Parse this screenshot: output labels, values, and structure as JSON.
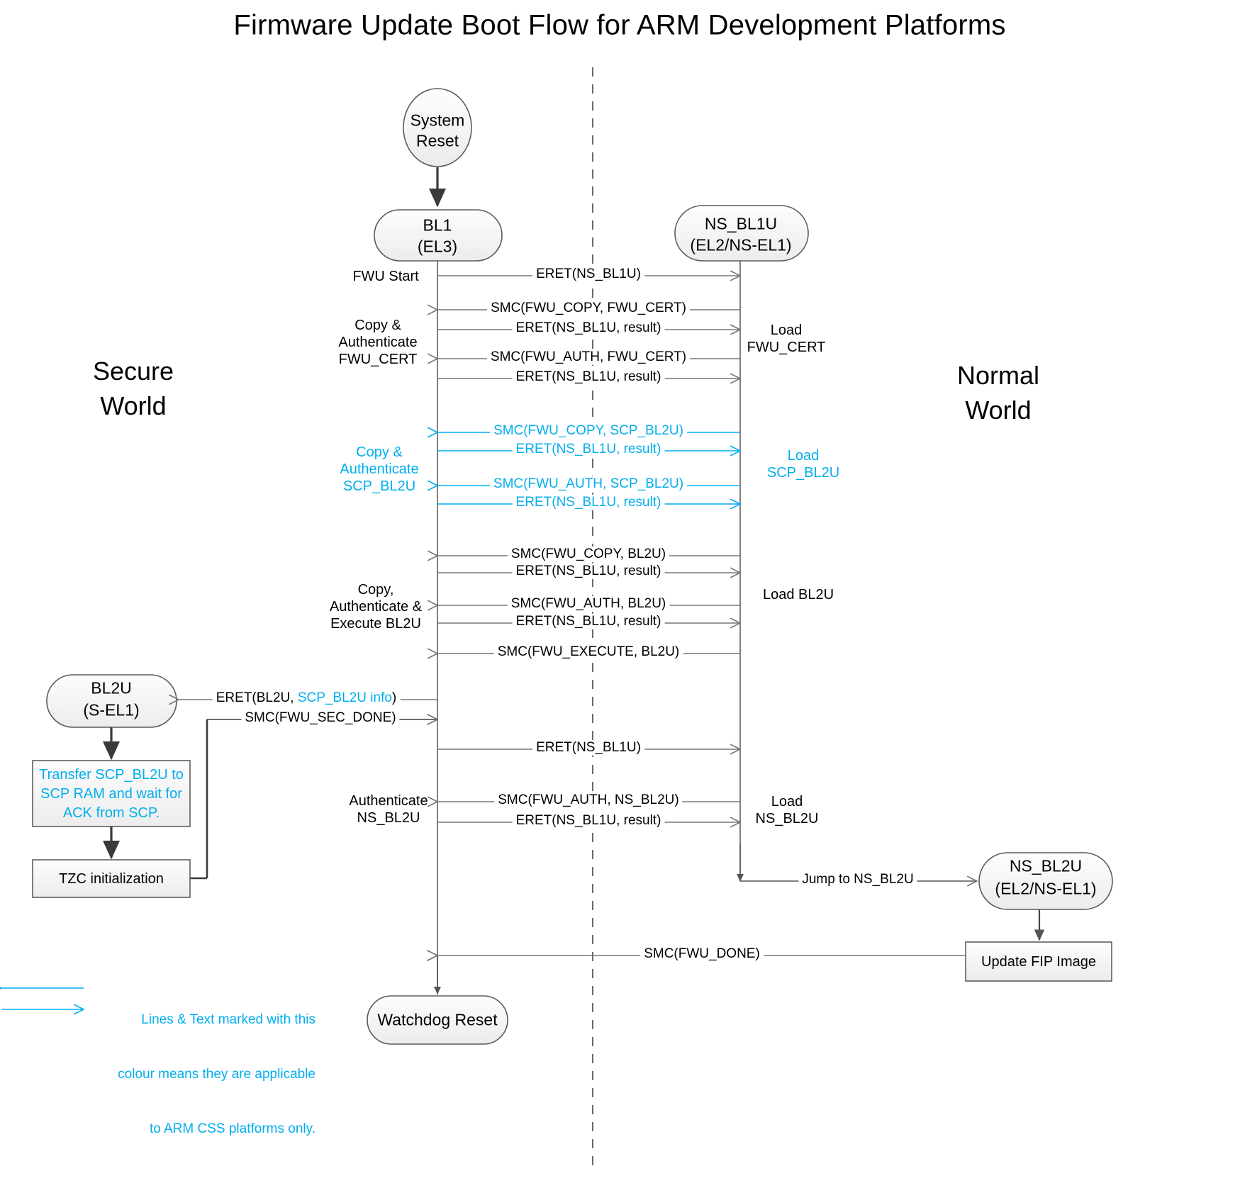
{
  "title": "Firmware Update Boot Flow for ARM Development Platforms",
  "colors": {
    "accent_blue": "#00AEEF",
    "line_dark": "#3a3a3a",
    "line_grey": "#777777",
    "node_fill": "#f4f4f4",
    "node_stroke": "#4d4d4d"
  },
  "worlds": {
    "secure": "Secure\nWorld",
    "secure_line1": "Secure",
    "secure_line2": "World",
    "normal_line1": "Normal",
    "normal_line2": "World"
  },
  "nodes": {
    "system_reset_l1": "System",
    "system_reset_l2": "Reset",
    "bl1_l1": "BL1",
    "bl1_l2": "(EL3)",
    "nsbl1u_l1": "NS_BL1U",
    "nsbl1u_l2": "(EL2/NS-EL1)",
    "bl2u_l1": "BL2U",
    "bl2u_l2": "(S-EL1)",
    "nsbl2u_l1": "NS_BL2U",
    "nsbl2u_l2": "(EL2/NS-EL1)",
    "watchdog_reset": "Watchdog Reset",
    "update_fip": "Update FIP Image",
    "tzc_init": "TZC initialization",
    "transfer_box_l1": "Transfer SCP_BL2U to",
    "transfer_box_l2": "SCP RAM and wait for",
    "transfer_box_l3": "ACK from SCP."
  },
  "messages": [
    {
      "id": "m1",
      "text": "ERET(NS_BL1U)",
      "dir": "right",
      "color": "dark"
    },
    {
      "id": "m2",
      "text": "SMC(FWU_COPY, FWU_CERT)",
      "dir": "left",
      "color": "dark"
    },
    {
      "id": "m3",
      "text": "ERET(NS_BL1U, result)",
      "dir": "right",
      "color": "dark"
    },
    {
      "id": "m4",
      "text": "SMC(FWU_AUTH, FWU_CERT)",
      "dir": "left",
      "color": "dark"
    },
    {
      "id": "m5",
      "text": "ERET(NS_BL1U, result)",
      "dir": "right",
      "color": "dark"
    },
    {
      "id": "m6",
      "text": "SMC(FWU_COPY, SCP_BL2U)",
      "dir": "left",
      "color": "blue"
    },
    {
      "id": "m7",
      "text": "ERET(NS_BL1U, result)",
      "dir": "right",
      "color": "blue"
    },
    {
      "id": "m8",
      "text": "SMC(FWU_AUTH, SCP_BL2U)",
      "dir": "left",
      "color": "blue"
    },
    {
      "id": "m9",
      "text": "ERET(NS_BL1U, result)",
      "dir": "right",
      "color": "blue"
    },
    {
      "id": "m10",
      "text": "SMC(FWU_COPY, BL2U)",
      "dir": "left",
      "color": "dark"
    },
    {
      "id": "m11",
      "text": "ERET(NS_BL1U, result)",
      "dir": "right",
      "color": "dark"
    },
    {
      "id": "m12",
      "text": "SMC(FWU_AUTH, BL2U)",
      "dir": "left",
      "color": "dark"
    },
    {
      "id": "m13",
      "text": "ERET(NS_BL1U, result)",
      "dir": "right",
      "color": "dark"
    },
    {
      "id": "m14",
      "text": "SMC(FWU_EXECUTE, BL2U)",
      "dir": "left",
      "color": "dark"
    },
    {
      "id": "m15",
      "text": "ERET(NS_BL1U)",
      "dir": "right",
      "color": "dark"
    },
    {
      "id": "m16",
      "text": "SMC(FWU_AUTH, NS_BL2U)",
      "dir": "left",
      "color": "dark"
    },
    {
      "id": "m17",
      "text": "ERET(NS_BL1U, result)",
      "dir": "right",
      "color": "dark"
    },
    {
      "id": "m18",
      "text": "SMC(FWU_DONE)",
      "dir": "left",
      "color": "dark"
    }
  ],
  "bl2u_messages": {
    "eret_prefix": "ERET(BL2U, ",
    "eret_blue": "SCP_BL2U info",
    "eret_suffix": ")",
    "sec_done": "SMC(FWU_SEC_DONE)"
  },
  "jump_label": "Jump to NS_BL2U",
  "left_annotations": [
    {
      "id": "a1",
      "lines": [
        "FWU Start"
      ],
      "color": "dark"
    },
    {
      "id": "a2",
      "lines": [
        "Copy &",
        "Authenticate",
        "FWU_CERT"
      ],
      "color": "dark"
    },
    {
      "id": "a3",
      "lines": [
        "Copy &",
        "Authenticate",
        "SCP_BL2U"
      ],
      "color": "blue"
    },
    {
      "id": "a4",
      "lines": [
        "Copy,",
        "Authenticate &",
        "Execute BL2U"
      ],
      "color": "dark"
    },
    {
      "id": "a5",
      "lines": [
        "Authenticate",
        "NS_BL2U"
      ],
      "color": "dark"
    }
  ],
  "right_annotations": [
    {
      "id": "r1",
      "lines": [
        "Load",
        "FWU_CERT"
      ],
      "color": "dark"
    },
    {
      "id": "r2",
      "lines": [
        "Load",
        "SCP_BL2U"
      ],
      "color": "blue"
    },
    {
      "id": "r3",
      "lines": [
        "Load BL2U"
      ],
      "color": "dark"
    },
    {
      "id": "r4",
      "lines": [
        "Load",
        "NS_BL2U"
      ],
      "color": "dark"
    }
  ],
  "legend": {
    "line1": "Lines & Text marked with this",
    "line2": "colour means they are applicable",
    "line3": "to ARM CSS platforms only."
  }
}
